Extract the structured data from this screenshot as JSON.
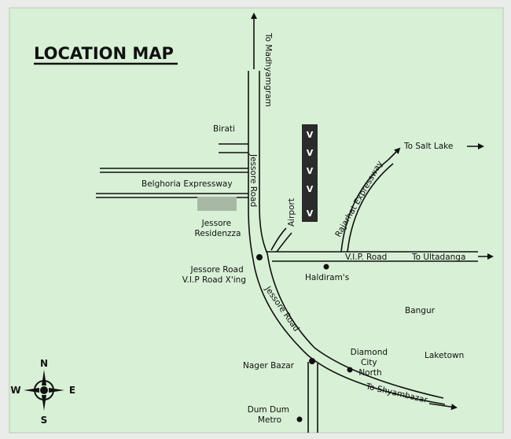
{
  "title": "LOCATION MAP",
  "colors": {
    "background": "#d8f0d6",
    "road": "#111111",
    "site": "#a7b9a4",
    "airport_strip": "#2b2b2b"
  },
  "roads": {
    "madhyamgram": "To Madhyamgram",
    "jessore_upper": "Jessore Road",
    "jessore_lower": "Jessore Road",
    "belghoria": "Belghoria Expressway",
    "rajarhat": "Rajarhat Expressway",
    "vip": "V.I.P. Road",
    "airport": "Airport"
  },
  "destinations": {
    "salt_lake": "To Salt Lake",
    "ultadanga": "To Ultadanga",
    "shyambazar": "To Shyambazar"
  },
  "places": {
    "birati": "Birati",
    "site_line1": "Jessore",
    "site_line2": "Residenzza",
    "crossing_line1": "Jessore Road",
    "crossing_line2": "V.I.P Road X'ing",
    "haldirams": "Haldiram's",
    "bangur": "Bangur",
    "diamond_line1": "Diamond",
    "diamond_line2": "City",
    "diamond_line3": "North",
    "laketown": "Laketown",
    "nager_bazar": "Nager Bazar",
    "dumdum_line1": "Dum Dum",
    "dumdum_line2": "Metro"
  },
  "airport_markers": [
    "V",
    "V",
    "V",
    "V",
    "V"
  ],
  "compass": {
    "n": "N",
    "s": "S",
    "e": "E",
    "w": "W"
  }
}
